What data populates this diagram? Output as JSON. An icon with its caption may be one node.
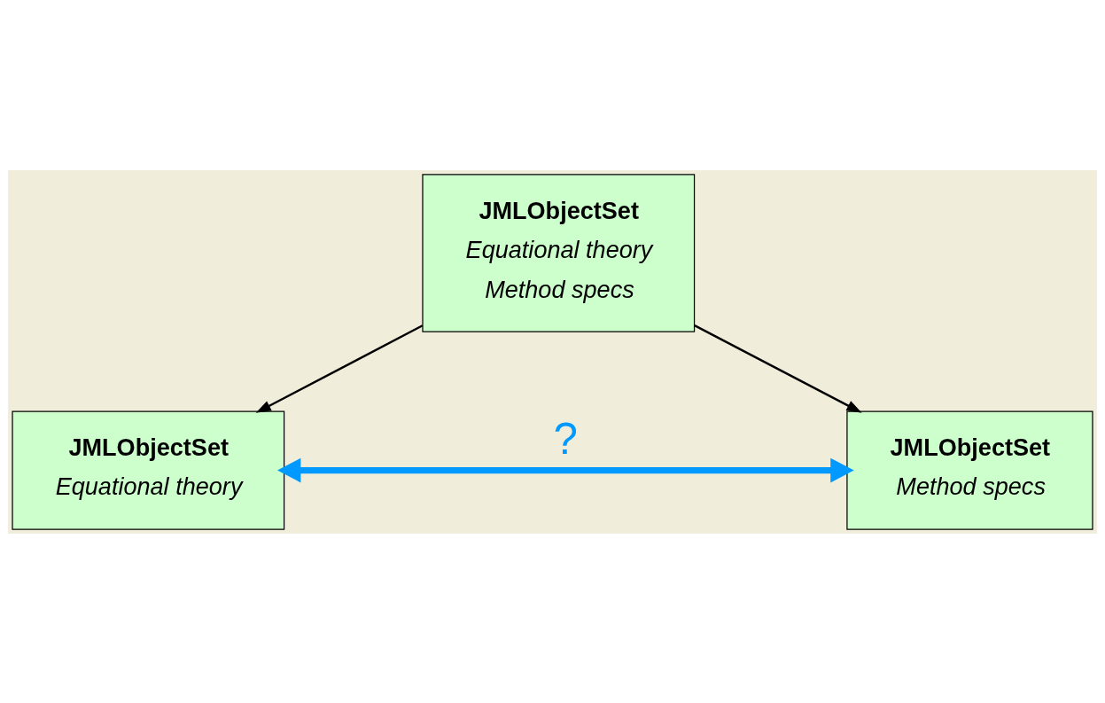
{
  "diagram": {
    "nodes": [
      {
        "text": [
          "JMLObjectSet",
          "Equational theory",
          "Method specs"
        ]
      },
      {
        "text": [
          "JMLObjectSet",
          "Equational theory"
        ]
      },
      {
        "text": [
          "JMLObjectSet",
          "Method specs"
        ]
      }
    ],
    "edges": [
      {
        "from": 0,
        "to": 1,
        "arrow": "to"
      },
      {
        "from": 0,
        "to": 2,
        "arrow": "to"
      },
      {
        "from": 1,
        "to": 2,
        "arrow": "both",
        "label": "?",
        "style": "thick",
        "color": "#0099ff"
      }
    ]
  }
}
